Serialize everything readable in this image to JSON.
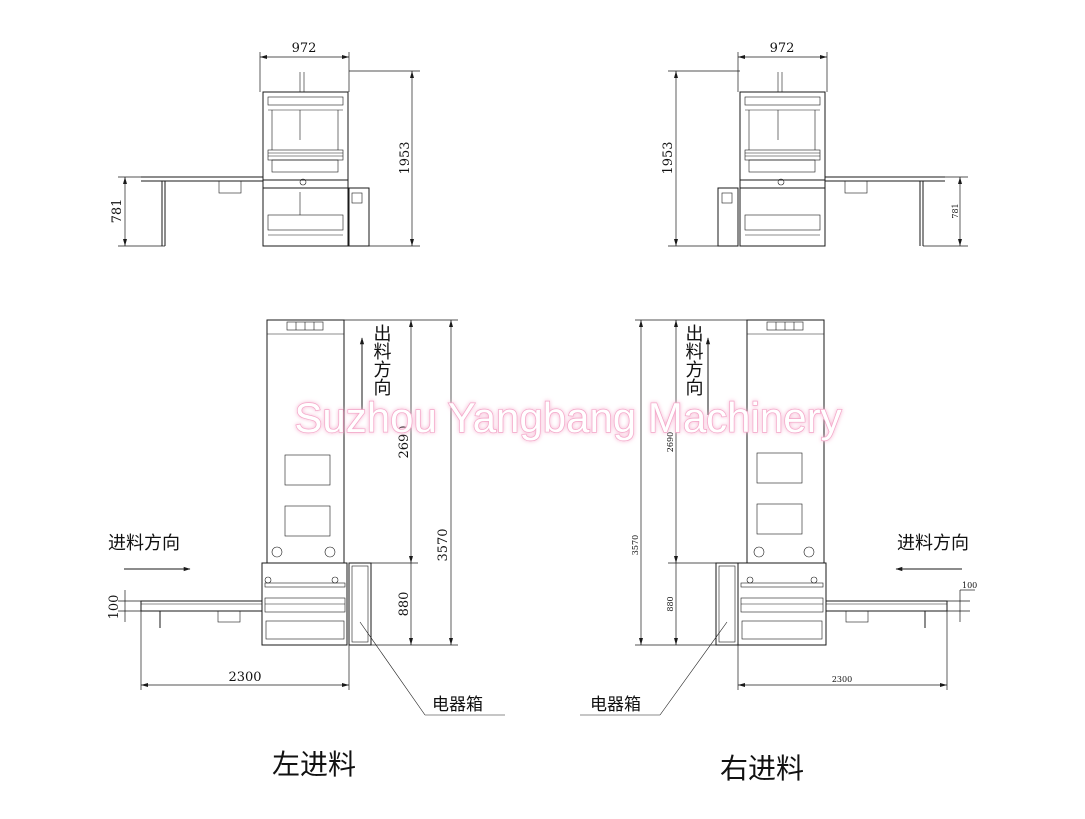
{
  "diagram": {
    "left_layout": {
      "caption": "左进料",
      "top_view": {
        "width_dim": "972",
        "height_dim": "1953",
        "table_height_dim": "781"
      },
      "plan_view": {
        "out_direction": "出料方向",
        "in_direction": "进料方向",
        "dim_2690": "2690",
        "dim_880": "880",
        "dim_3570": "3570",
        "dim_100": "100",
        "dim_2300": "2300",
        "box_label": "电器箱"
      }
    },
    "right_layout": {
      "caption": "右进料",
      "top_view": {
        "width_dim": "972",
        "height_dim": "1953",
        "table_height_dim": "781"
      },
      "plan_view": {
        "out_direction": "出料方向",
        "in_direction": "进料方向",
        "dim_2690": "2690",
        "dim_880": "880",
        "dim_3570": "3570",
        "dim_100": "100",
        "dim_2300": "2300",
        "box_label": "电器箱"
      }
    },
    "watermark": "Suzhou Yangbang Machinery",
    "colors": {
      "line": "#1a1a1a",
      "watermark_glow": "#f3a6c8",
      "background": "#ffffff"
    }
  }
}
